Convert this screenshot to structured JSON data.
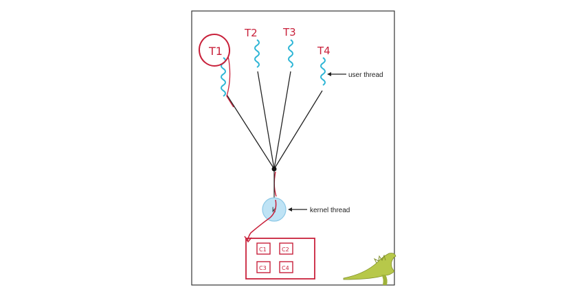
{
  "diagram": {
    "user_threads": [
      {
        "label": "T1"
      },
      {
        "label": "T2"
      },
      {
        "label": "T3"
      },
      {
        "label": "T4"
      }
    ],
    "user_thread_annotation": "user thread",
    "kernel_node_label": "k",
    "kernel_thread_annotation": "kernel thread",
    "cores": [
      "C1",
      "C2",
      "C3",
      "C4"
    ]
  },
  "colors": {
    "user_thread": "#2fb6d6",
    "lines": "#222222",
    "kernel_fill": "#bfe3f5",
    "kernel_stroke": "#8cc8e6",
    "annotation_red": "#c8203a",
    "frame": "#333333",
    "dinosaur": "#b7c84a"
  }
}
